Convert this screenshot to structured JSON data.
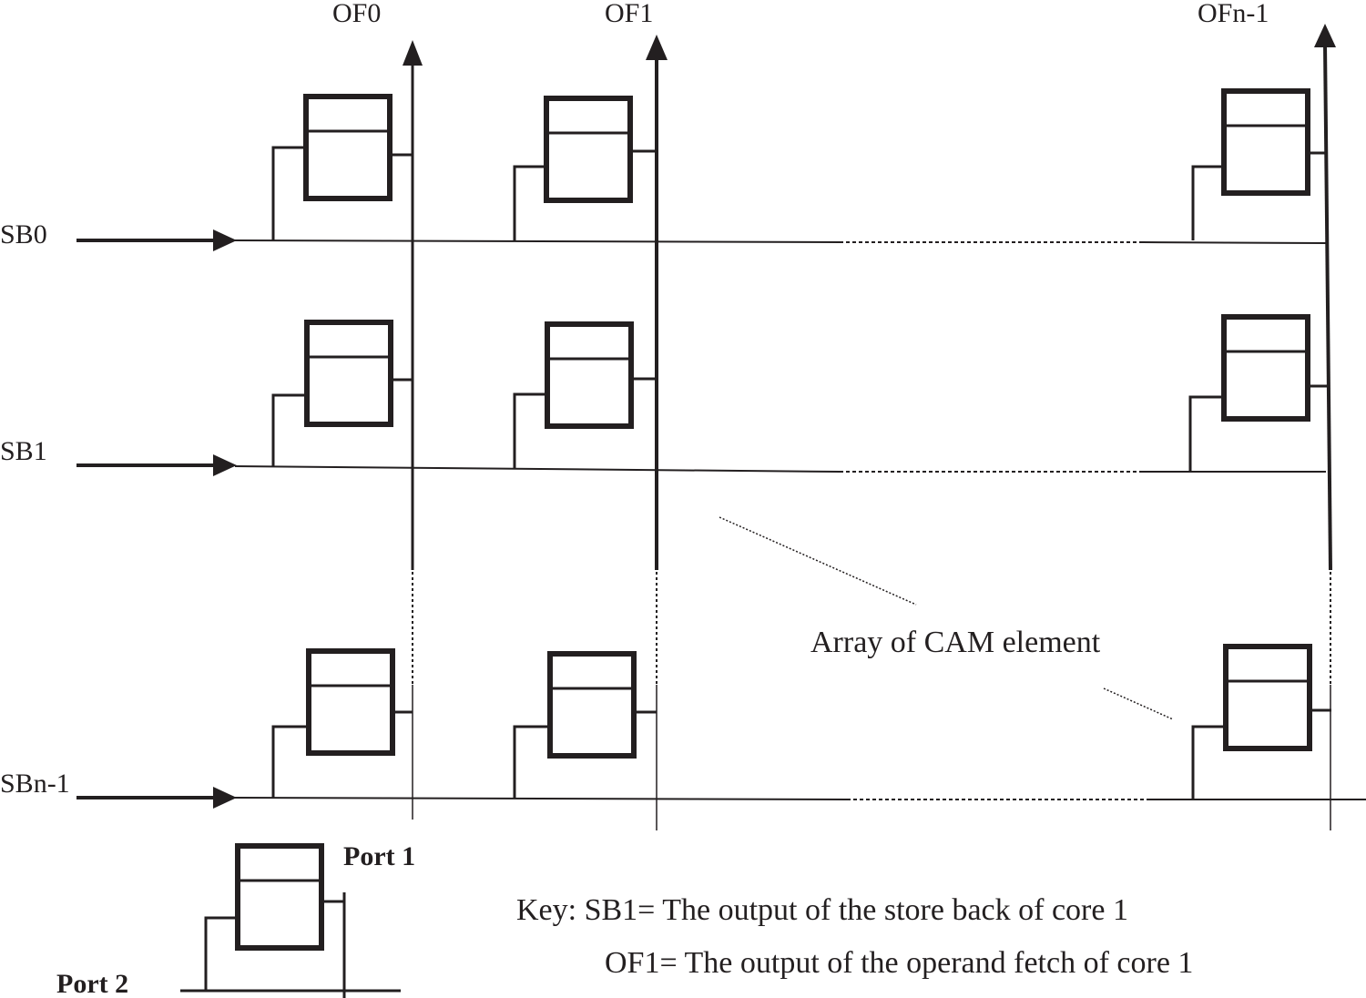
{
  "diagram": {
    "column_labels": [
      "OF0",
      "OF1",
      "OFn-1"
    ],
    "row_labels": [
      "SB0",
      "SB1",
      "SBn-1"
    ],
    "annotation": "Array of CAM element",
    "legend": {
      "port1_label": "Port 1",
      "port2_label": "Port 2",
      "key_line1": "Key: SB1= The output of the store back of core 1",
      "key_line2": "OF1= The output of the operand fetch of core 1"
    }
  }
}
